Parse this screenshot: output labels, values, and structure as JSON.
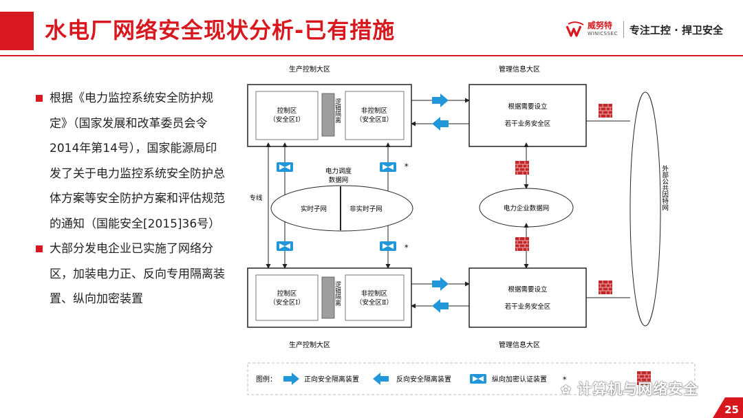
{
  "header": {
    "title": "水电厂网络安全现状分析-已有措施",
    "brand_name": "威努特",
    "brand_en": "WINICSSEC",
    "slogan": "专注工控 · 捍卫安全"
  },
  "bullets": [
    "根据《电力监控系统安全防护规定》（国家发展和改革委员会令2014年第14号），国家能源局印发了关于电力监控系统安全防护总体方案等安全防护方案和评估规范的通知（国能安全[2015]36号）",
    "大部分发电企业已实施了网络分区，加装电力正、反向专用隔离装置、纵向加密装置"
  ],
  "diagram": {
    "prod_zone_top": "生产控制大区",
    "prod_zone_bottom": "生产控制大区",
    "mgmt_zone_top": "管理信息大区",
    "mgmt_zone_bottom": "管理信息大区",
    "control_zone_line1": "控制区",
    "control_zone_line2": "（安全区Ⅰ）",
    "noncontrol_zone_line1": "非控制区",
    "noncontrol_zone_line2": "（安全区Ⅱ）",
    "logic_isolation_top": "逻辑隔离",
    "logic_isolation_bottom": "逻辑隔离",
    "mgmt_box_line1": "根据需要设立",
    "mgmt_box_line2": "若干业务安全区",
    "dispatch_net_line1": "电力调度",
    "dispatch_net_line2": "数据网",
    "realtime_subnet": "实时子网",
    "nonrealtime_subnet": "非实时子网",
    "enterprise_net": "电力企业数据网",
    "external_net": "外部公共因特网",
    "dedicated_line": "专线",
    "star": "*",
    "legend_label": "图例：",
    "legend_forward": "正向安全隔离装置",
    "legend_reverse": "反向安全隔离装置",
    "legend_encrypt": "纵向加密认证装置",
    "legend_star": "*",
    "colors": {
      "arrow_blue": "#2196d8",
      "firewall_red": "#c0282a",
      "isolation_gray": "#9e9e9e"
    }
  },
  "watermark": "计算机与网络安全",
  "page_number": "25"
}
